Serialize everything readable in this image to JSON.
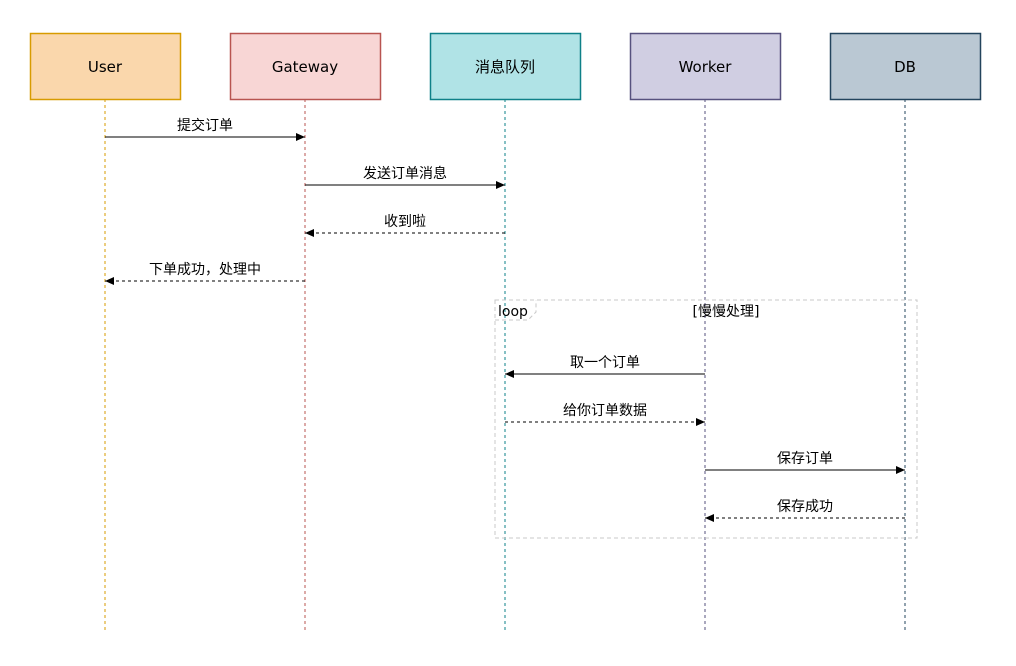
{
  "participants": [
    {
      "id": "user",
      "label": "User",
      "fill": "#fad7ac",
      "stroke": "#d79b00"
    },
    {
      "id": "gateway",
      "label": "Gateway",
      "fill": "#f8d6d5",
      "stroke": "#b85450"
    },
    {
      "id": "queue",
      "label": "消息队列",
      "fill": "#b0e3e6",
      "stroke": "#0e8088"
    },
    {
      "id": "worker",
      "label": "Worker",
      "fill": "#d0cee2",
      "stroke": "#56517e"
    },
    {
      "id": "db",
      "label": "DB",
      "fill": "#bac8d3",
      "stroke": "#23445d"
    }
  ],
  "messages": [
    {
      "from": "user",
      "to": "gateway",
      "label": "提交订单",
      "style": "sync"
    },
    {
      "from": "gateway",
      "to": "queue",
      "label": "发送订单消息",
      "style": "sync"
    },
    {
      "from": "queue",
      "to": "gateway",
      "label": "收到啦",
      "style": "return"
    },
    {
      "from": "gateway",
      "to": "user",
      "label": "下单成功，处理中",
      "style": "return"
    },
    {
      "from": "worker",
      "to": "queue",
      "label": "取一个订单",
      "style": "sync"
    },
    {
      "from": "queue",
      "to": "worker",
      "label": "给你订单数据",
      "style": "return"
    },
    {
      "from": "worker",
      "to": "db",
      "label": "保存订单",
      "style": "sync"
    },
    {
      "from": "db",
      "to": "worker",
      "label": "保存成功",
      "style": "return"
    }
  ],
  "loop": {
    "keyword": "loop",
    "condition": "[慢慢处理]"
  }
}
